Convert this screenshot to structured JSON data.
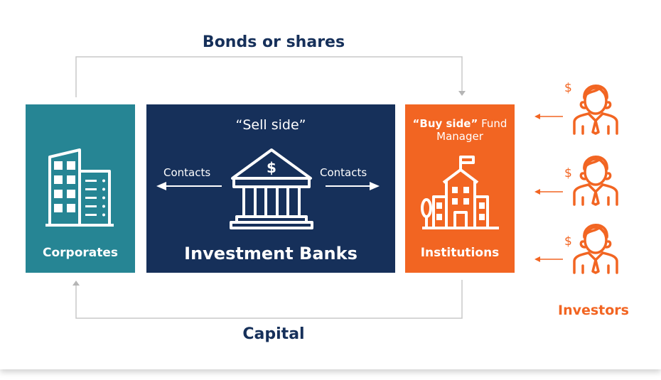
{
  "flows": {
    "top_label": "Bonds or shares",
    "bottom_label": "Capital"
  },
  "corporates": {
    "title": "Corporates",
    "color": "#268594",
    "icon": "office-building-icon"
  },
  "investment_banks": {
    "subtitle": "“Sell side”",
    "title": "Investment Banks",
    "contacts_left": "Contacts",
    "contacts_right": "Contacts",
    "color": "#16305a",
    "icon": "bank-icon"
  },
  "institutions": {
    "buy_side_bold": "“Buy side”",
    "buy_side_rest": " Fund Manager",
    "title": "Institutions",
    "color": "#f26522",
    "icon": "institution-building-icon"
  },
  "investors": {
    "label": "Investors",
    "items": [
      {
        "symbol": "$",
        "icon": "investor-person-icon"
      },
      {
        "symbol": "$",
        "icon": "investor-person-icon"
      },
      {
        "symbol": "$",
        "icon": "investor-person-icon"
      }
    ]
  }
}
